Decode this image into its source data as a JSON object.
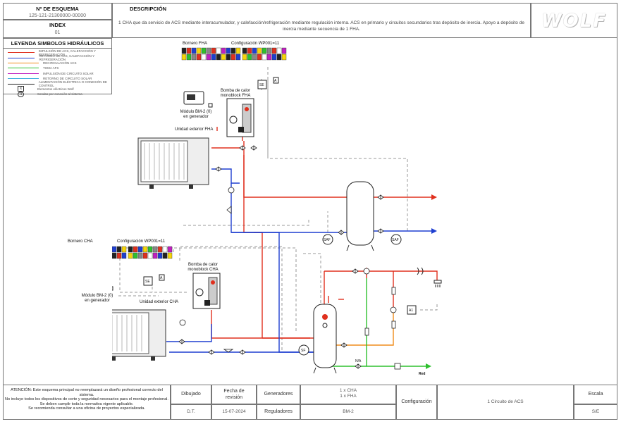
{
  "header": {
    "scheme_no_label": "Nº DE ESQUEMA",
    "scheme_no_value": "125-121-21300000-00000",
    "index_label": "INDEX",
    "index_value": "01",
    "description_label": "DESCRIPCIÓN",
    "description_text": "1 CHA que da servicio de ACS mediante interacumulador, y calefacción/refrigeración mediante regulación interna. ACS en primario y circuitos secundarios tras depósito de inercia. Apoyo a depósito de inercia mediante secuencia de 1 FHA.",
    "logo_text": "WOLF"
  },
  "legend": {
    "title": "LEYENDA SIMBOLOS HIDRÁULICOS",
    "items": [
      {
        "label": "IMPULSIÓN DE ACS, CALEFACCIÓN Y REFRIGERACIÓN",
        "color": "#e0301e"
      },
      {
        "label": "RETORNO DE ACS, CALEFACCIÓN Y REFRIGERACIÓN",
        "color": "#1f3fd0"
      },
      {
        "label": "RECIRCULACIÓN ACS",
        "color": "#f08c1a"
      },
      {
        "label": "TOMA AFS",
        "color": "#2ec02e"
      },
      {
        "label": "IMPULSIÓN DE CIRCUITO SOLAR",
        "color": "#c020c0"
      },
      {
        "label": "RETORNO DE CIRCUITO SOLAR",
        "color": "#40b0e0"
      },
      {
        "label": "ALIMENTACIÓN ELÉCTRICA O CONEXIÓN DE CONTROL",
        "color": "#222222"
      },
      {
        "label": "Elementos eléctricos Wolf",
        "symbol": "X"
      },
      {
        "label": "Sondas por conexión al sistema",
        "symbol": "R"
      }
    ]
  },
  "diagram": {
    "bornero_fha": "Bornero FHA",
    "config_fha": "Configuración WP001=11",
    "bomba_fha": "Bomba de calor\nmonoblock FHA",
    "modulo_fha": "Módulo BM-2 (0)\nen generador",
    "exterior_fha": "Unidad exterior FHA",
    "bornero_cha": "Bornero CHA",
    "config_cha": "Configuración WP001=11",
    "bomba_cha": "Bomba de calor\nmonoblock CHA",
    "modulo_cha": "Módulo BM-2 (0)\nen generador",
    "exterior_cha": "Unidad exterior CHA",
    "tag_se": "SE",
    "tag_a": "A",
    "tag_saf": "SAF",
    "tag_sf": "SF",
    "tag_a1": "A1",
    "tag_na": "N/A",
    "tag_red": "Red"
  },
  "footer": {
    "warning": "ATENCIÓN: Este esquema principal no reemplazará un diseño profesional correcto del sistema.\nNo incluye todos los dispositivos de corte y seguridad necesarios para el montaje profesional.\nSe deben cumplir toda la normativa vigente aplicable.\nSe recomienda consultar a una oficina de proyectos especializada.",
    "dibujado_label": "Dibujado",
    "dibujado_value": "D.T.",
    "fecha_label": "Fecha de\nrevisión",
    "fecha_value": "15-07-2024",
    "generadores_label": "Generadores",
    "generadores_value": "1 x CHA\n1 x FHA",
    "reguladores_label": "Reguladores",
    "reguladores_value": "BM-2",
    "configuracion_label": "Configuración",
    "configuracion_value": "1 Circuito de ACS",
    "escala_label": "Escala",
    "escala_value": "S/E"
  },
  "colors": {
    "supply": "#e0301e",
    "return": "#1f3fd0",
    "dhw_recirc": "#f08c1a",
    "cold_water": "#2ec02e",
    "control": "#999999"
  }
}
